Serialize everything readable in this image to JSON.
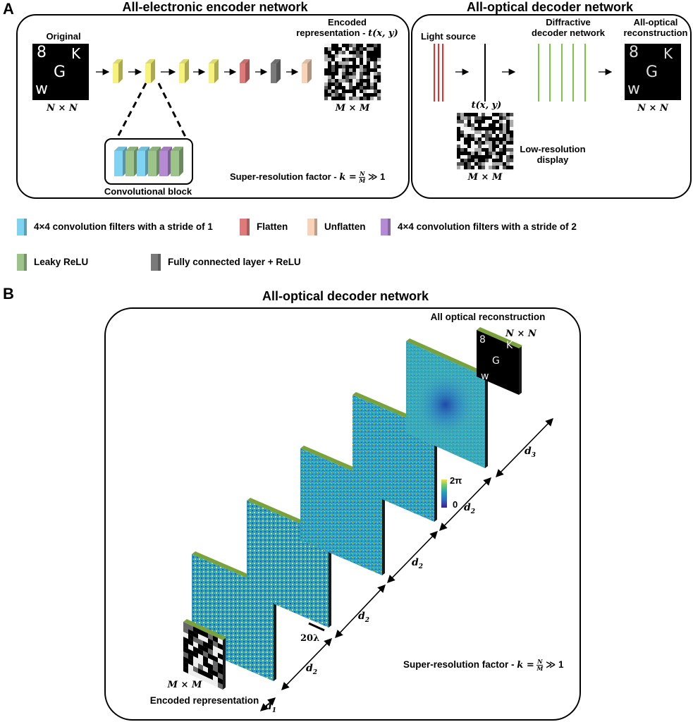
{
  "panel_a": {
    "label": "A",
    "encoder_title": "All-electronic encoder network",
    "decoder_title": "All-optical decoder network",
    "original_label": "Original",
    "n_by_n": "N × N",
    "encoded_label_line1": "Encoded",
    "encoded_label_line2": "representation -",
    "t_xy": "t(x, y)",
    "m_by_m": "M × M",
    "conv_block_label": "Convolutional block",
    "super_res": "Super-resolution factor -",
    "k_formula_k": "k =",
    "k_formula_num": "N",
    "k_formula_den": "M",
    "k_formula_tail": "≫ 1",
    "light_source": "Light source",
    "diffractive_line1": "Diffractive",
    "diffractive_line2": "decoder network",
    "recon_line1": "All-optical",
    "recon_line2": "reconstruction",
    "display_line1": "Low-resolution",
    "display_line2": "display",
    "digit_glyphs": [
      "8",
      "K",
      "G",
      "w"
    ]
  },
  "legend": [
    {
      "color": "#7fd3f0",
      "text": "4×4 convolution filters with a stride of 1"
    },
    {
      "color": "#e07a7a",
      "text": "Flatten"
    },
    {
      "color": "#f8d3b8",
      "text": "Unflatten"
    },
    {
      "color": "#b48ad2",
      "text": "4×4 convolution filters with a stride of 2"
    },
    {
      "color": "#9cc38a",
      "text": "Leaky ReLU"
    },
    {
      "color": "#7a7a7a",
      "text": "Fully connected layer + ReLU"
    }
  ],
  "colors": {
    "yellow_block": "#f6f27a",
    "light_red": "#e03030",
    "layer_green": "#7fc24a",
    "plate_blue": "#3a8fbf"
  },
  "panel_b": {
    "label": "B",
    "title": "All-optical decoder network",
    "recon_label": "All optical reconstruction",
    "n_by_n": "N × N",
    "colorbar_max": "2π",
    "colorbar_min": "0",
    "scale_bar": "20λ",
    "d1": "d",
    "d1_sub": "1",
    "d2": "d",
    "d2_sub": "2",
    "d3": "d",
    "d3_sub": "3",
    "m_by_m": "M × M",
    "encoded_label": "Encoded representation",
    "super_res": "Super-resolution factor -",
    "k_formula_k": "k =",
    "k_formula_num": "N",
    "k_formula_den": "M",
    "k_formula_tail": "≫ 1"
  }
}
